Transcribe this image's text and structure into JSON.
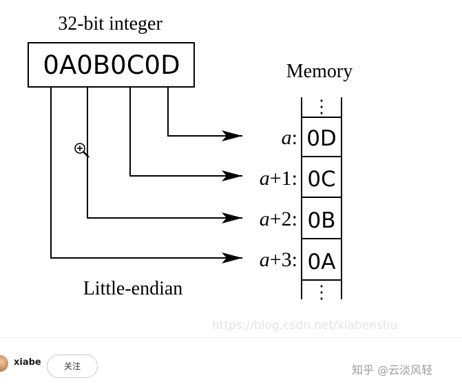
{
  "diagram": {
    "integer_title": "32-bit integer",
    "integer_value": "0A0B0C0D",
    "memory_title": "Memory",
    "caption": "Little-endian",
    "ellipsis": "⋮",
    "zoom_cursor_icon": "zoom-in-icon",
    "cells": [
      {
        "address_var": "a",
        "address_offset": "",
        "address_suffix": ":",
        "value": "0D"
      },
      {
        "address_var": "a",
        "address_offset": "+1",
        "address_suffix": ":",
        "value": "0C"
      },
      {
        "address_var": "a",
        "address_offset": "+2",
        "address_suffix": ":",
        "value": "0B"
      },
      {
        "address_var": "a",
        "address_offset": "+3",
        "address_suffix": ":",
        "value": "0A"
      }
    ]
  },
  "watermark": "https://blog.csdn.net/xiabenshu",
  "footer": {
    "username": "xiabe",
    "follow_label": "关注",
    "brand": "知乎 @云淡风轻"
  }
}
